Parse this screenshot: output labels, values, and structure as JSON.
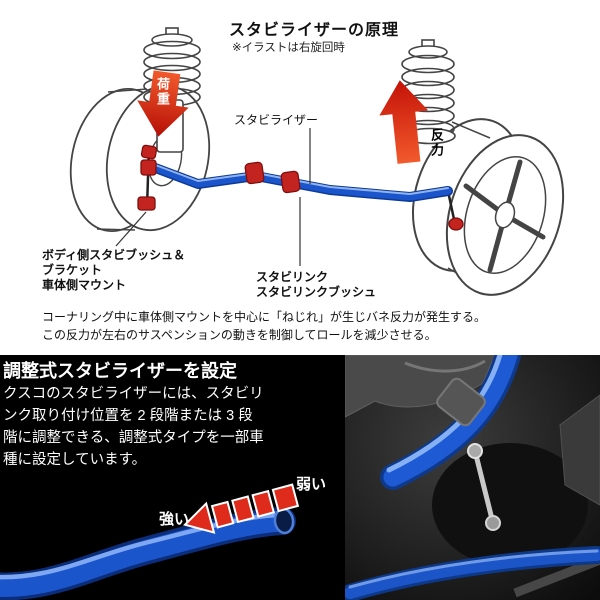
{
  "top_section": {
    "title": "スタビライザーの原理",
    "note": "※イラストは右旋回時",
    "stabilizer_label": "スタビライザー",
    "load_label": "荷重",
    "reaction_label": "反力",
    "body_mount_lines": [
      "ボディ側スタビブッシュ＆",
      "ブラケット",
      "車体側マウント"
    ],
    "link_lines": [
      "スタビリンク",
      "スタビリンクブッシュ"
    ],
    "description_lines": [
      "コーナリング中に車体側マウントを中心に「ねじれ」が生じバネ反力が発生する。",
      "この反力が左右のサスペンションの動きを制御してロールを減少させる。"
    ]
  },
  "bottom_section": {
    "title": "調整式スタビライザーを設定",
    "body_lines": [
      "クスコのスタビライザーには、スタビリ",
      "ンク取り付け位置を 2 段階または 3 段",
      "階に調整できる、調整式タイプを一部車",
      "種に設定しています。"
    ],
    "strong_label": "強い",
    "weak_label": "弱い"
  },
  "colors": {
    "stabilizer_blue": "#1b55cc",
    "arrow_red": "#d9261a",
    "panel_black": "#000000",
    "diagram_line": "#444444"
  }
}
